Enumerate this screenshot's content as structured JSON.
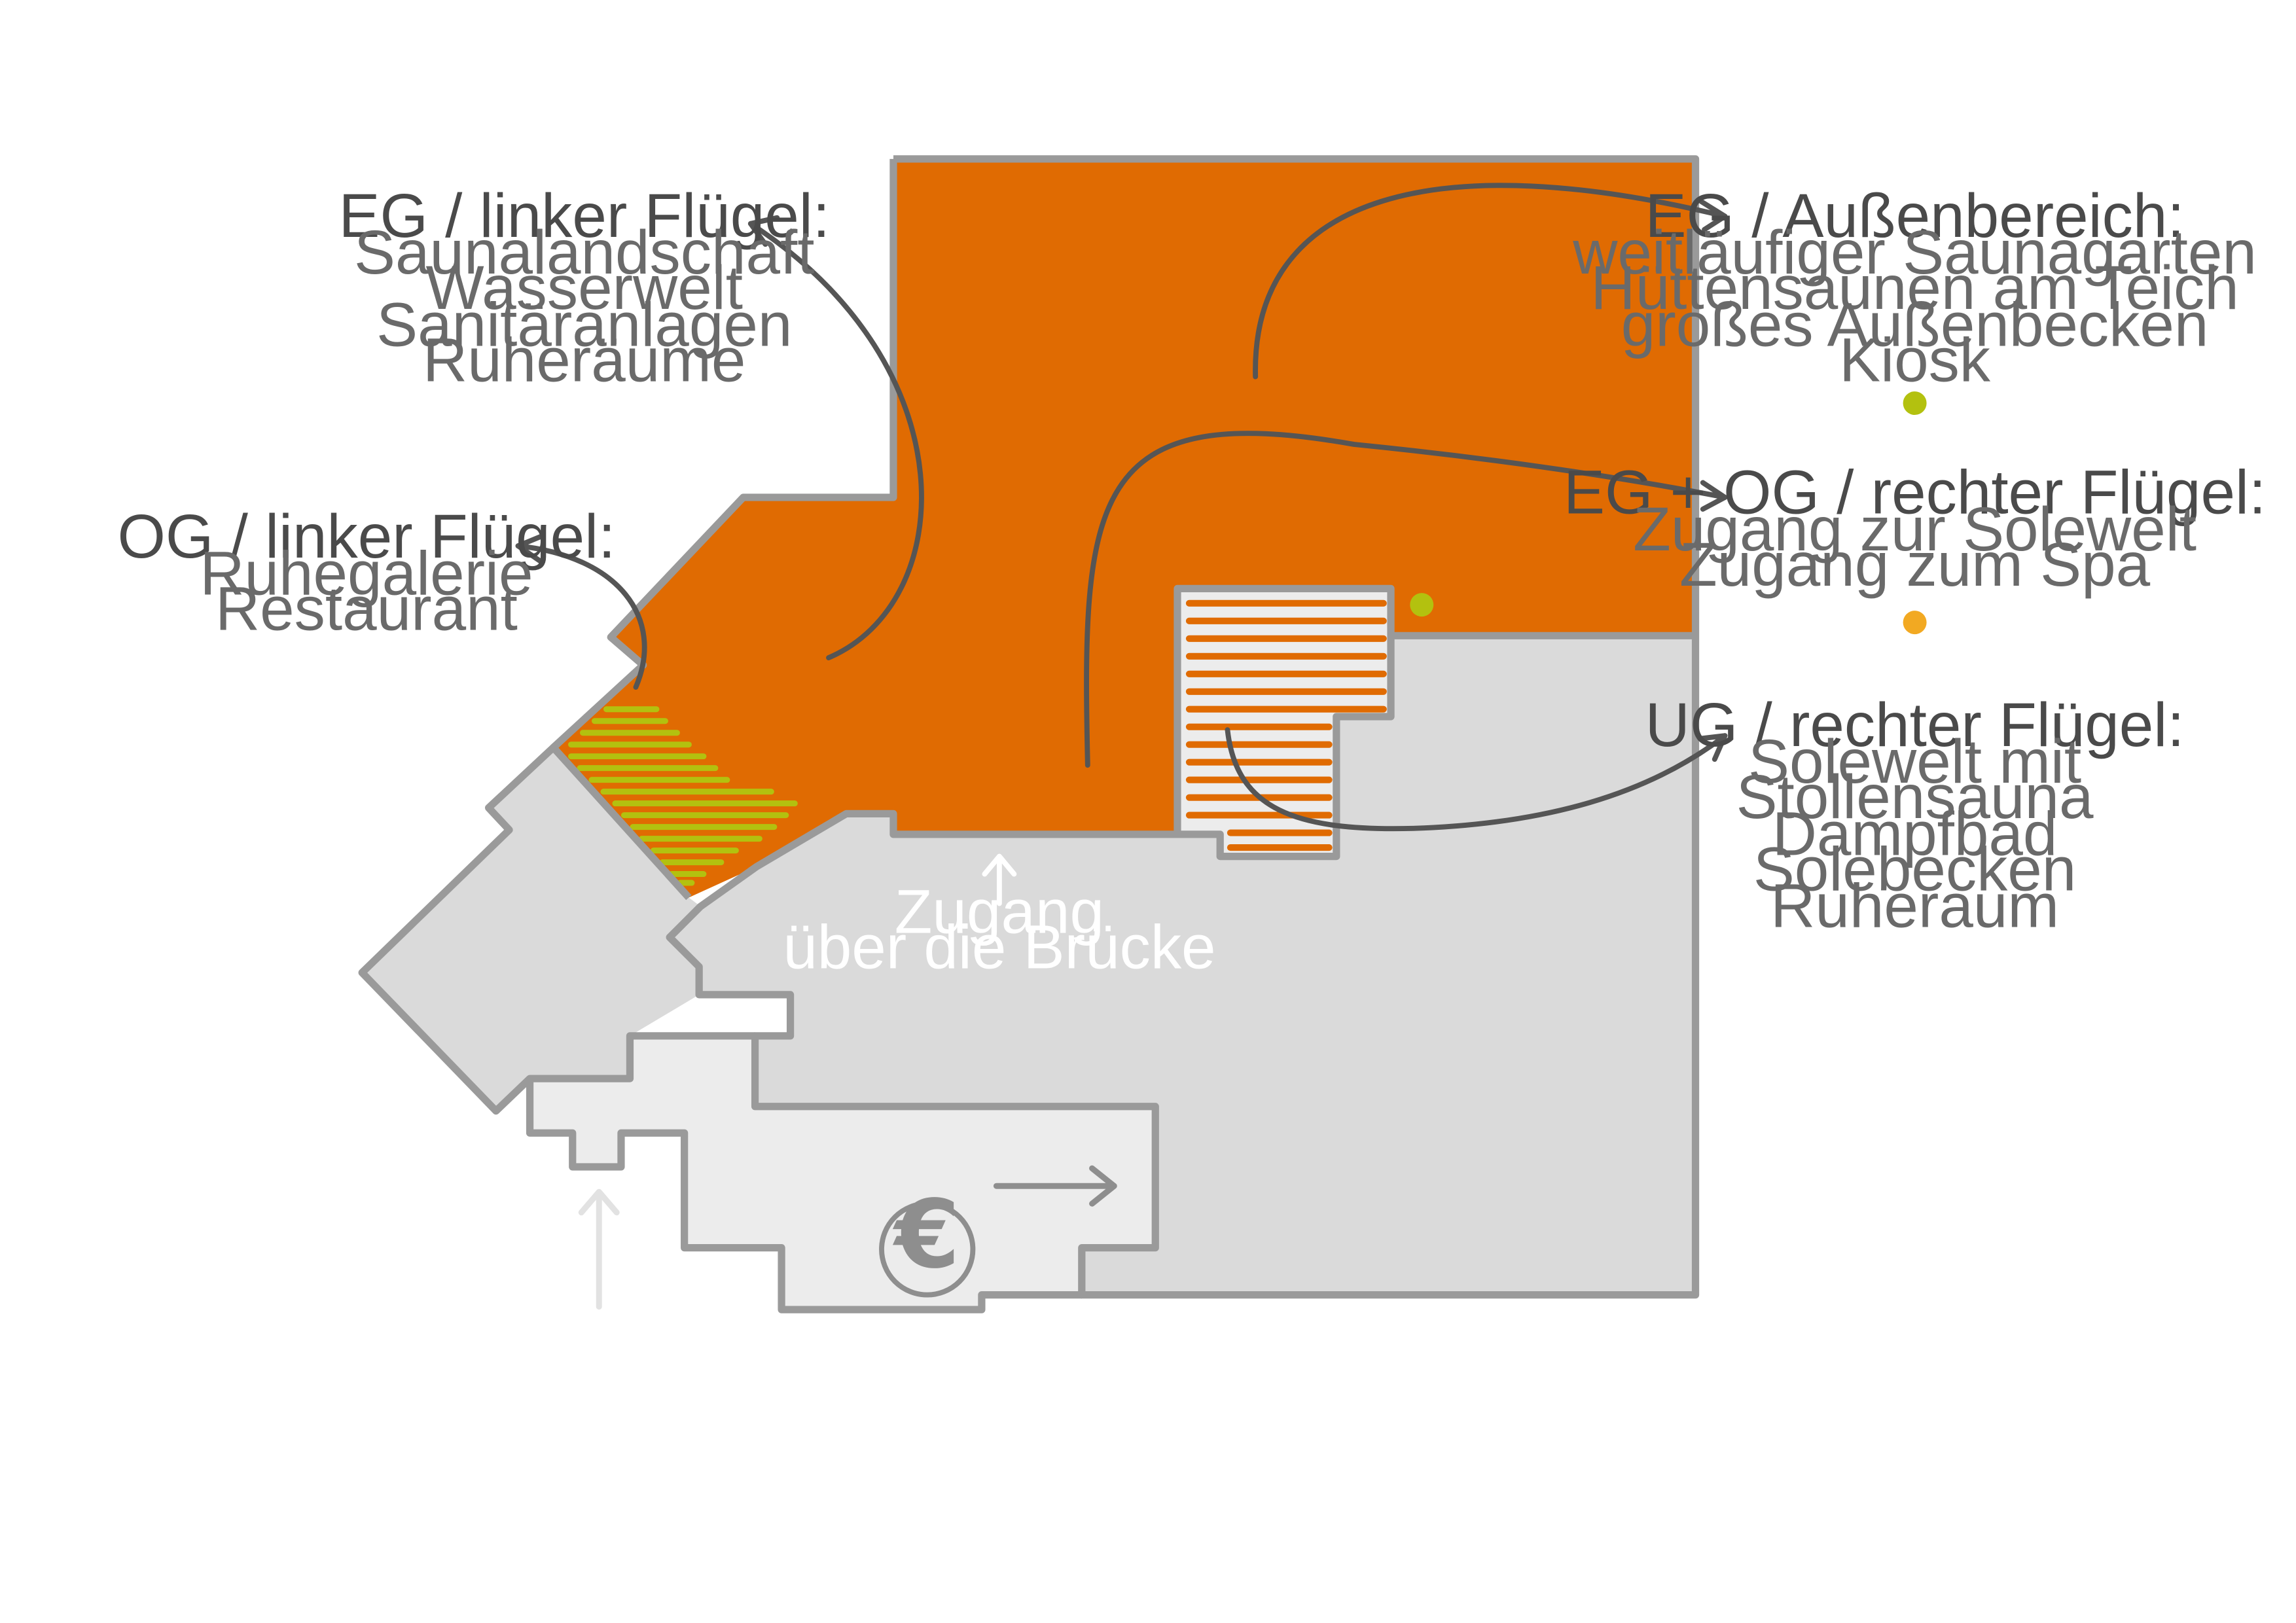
{
  "colors": {
    "orange": "#e06b02",
    "light_gray": "#dadada",
    "lighter_gray": "#ececec",
    "outline": "#9a9a9a",
    "arrow": "#555555",
    "green_dot": "#b3c10f",
    "yellow_dot": "#f2a922",
    "hatch_green": "#b3c10f",
    "hatch_orange": "#e06b02"
  },
  "legend": {
    "eg_left": {
      "title": "EG / linker Flügel:",
      "items": [
        "Saunalandschaft",
        "Wasserwelt",
        "Sanitäranlagen",
        "Ruheräume"
      ]
    },
    "og_left": {
      "title": "OG / linker Flügel:",
      "items": [
        "Ruhegalerie",
        "Restaurant"
      ]
    },
    "eg_outside": {
      "title": "EG / Außenbereich:",
      "items": [
        "weitläufiger Saunagarten",
        "Hüttensaunen am Teich",
        "großes Außenbecken",
        "Kiosk"
      ],
      "marker": "green-dot"
    },
    "eg_og_right": {
      "title": "EG + OG / rechter Flügel:",
      "items": [
        "Zugang zur Solewelt",
        "Zugang zum Spa"
      ],
      "marker": "yellow-dot"
    },
    "ug_right": {
      "title": "UG / rechter Flügel:",
      "items": [
        "Solewelt mit",
        "Stollensauna",
        "Dampfbad",
        "Solebecken",
        "Ruheraum"
      ]
    }
  },
  "map": {
    "bridge_access": [
      "Zugang",
      "über die Brücke"
    ],
    "cashier": {
      "symbol": "€",
      "icon": "euro-icon"
    },
    "entrance": {
      "icon": "arrow-up-icon"
    },
    "direction": {
      "icon": "arrow-right-icon"
    }
  }
}
